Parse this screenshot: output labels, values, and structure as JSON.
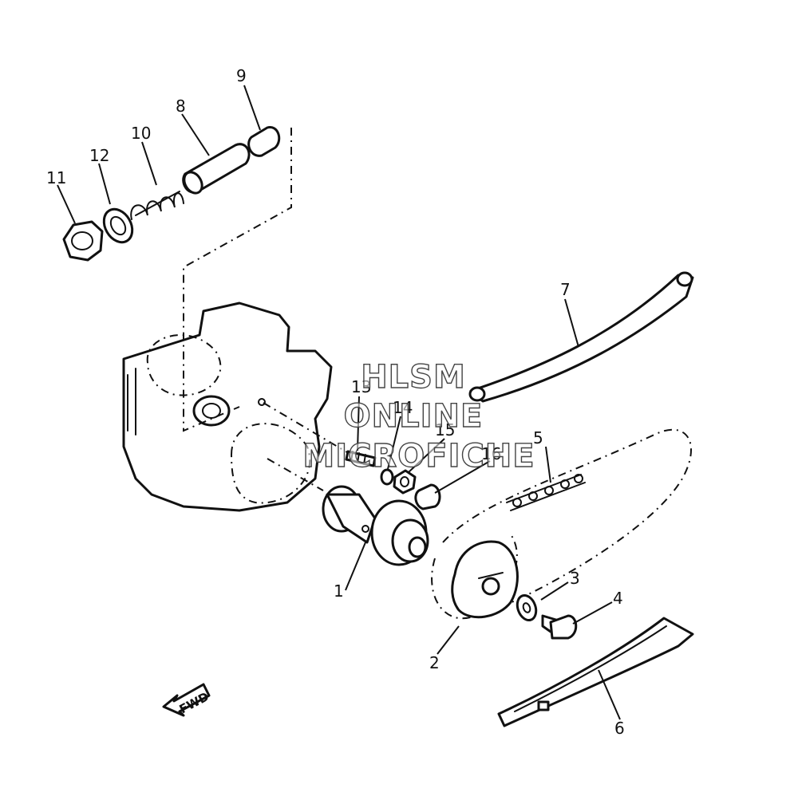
{
  "diagram": {
    "callouts": [
      "1",
      "2",
      "3",
      "4",
      "5",
      "6",
      "7",
      "8",
      "9",
      "10",
      "11",
      "12",
      "13",
      "14",
      "15",
      "16"
    ],
    "watermark": [
      "HLSM",
      "ONLINE",
      "MICROFICHE"
    ],
    "direction_label": "FWD"
  },
  "colors": {
    "line": "#111111",
    "background": "#ffffff",
    "watermark_outline": "#444444"
  }
}
